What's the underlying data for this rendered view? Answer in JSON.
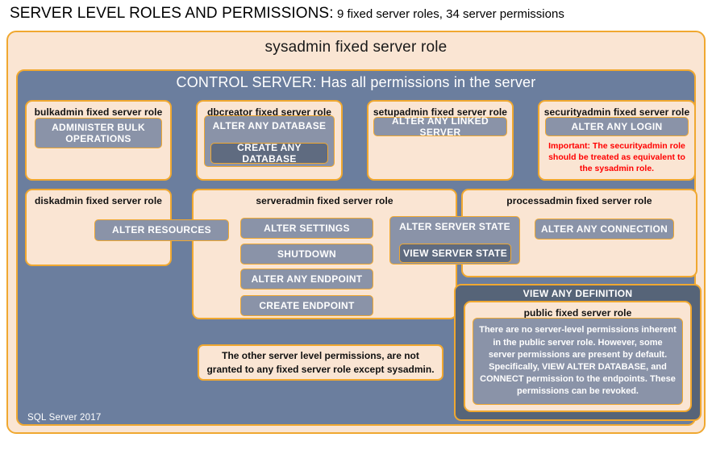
{
  "title": {
    "main": "SERVER LEVEL ROLES AND PERMISSIONS:",
    "subtitle": "9 fixed server roles, 34 server permissions"
  },
  "sysadmin": {
    "label": "sysadmin fixed server role"
  },
  "control_server": {
    "label": "CONTROL SERVER: Has all permissions in the server"
  },
  "roles": {
    "bulkadmin": {
      "title": "bulkadmin fixed server role",
      "permission": "ADMINISTER  BULK OPERATIONS"
    },
    "dbcreator": {
      "title": "dbcreator fixed server role",
      "permission_outer": "ALTER ANY DATABASE",
      "permission_inner": "CREATE  ANY DATABASE"
    },
    "setupadmin": {
      "title": "setupadmin fixed server role",
      "permission": "ALTER ANY LINKED SERVER"
    },
    "securityadmin": {
      "title": "securityadmin fixed server role",
      "permission": "ALTER ANY LOGIN",
      "note": "Important:  The securityadmin role should  be treated as equivalent to the  sysadmin role."
    },
    "diskadmin": {
      "title": "diskadmin fixed server role",
      "permission": "ALTER RESOURCES"
    },
    "serveradmin": {
      "title": "serveradmin fixed server role",
      "permissions": [
        "ALTER SETTINGS",
        "SHUTDOWN",
        "ALTER ANY ENDPOINT",
        "CREATE  ENDPOINT"
      ],
      "state_group_outer": "ALTER SERVER STATE",
      "state_group_inner": "VIEW SERVER STATE"
    },
    "processadmin": {
      "title": "processadmin fixed server role",
      "permission": "ALTER ANY CONNECTION"
    },
    "public": {
      "view_any_definition": "VIEW ANY DEFINITION",
      "title": "public  fixed server role",
      "note": "There are no server-level permissions inherent in the public server role. However, some server permissions are present by default. Specifically, VIEW ALTER DATABASE, and CONNECT permission to the endpoints. These permissions can be revoked."
    }
  },
  "notes": {
    "other_permissions": "The other server level permissions, are not granted to any fixed server role except sysadmin."
  },
  "footer": {
    "version": "SQL Server 2017"
  },
  "colors": {
    "peach_fill": "#FAE5D3",
    "amber_border": "#F0A830",
    "slate_region": "#6B7E9E",
    "chip_fill": "#8A93A8",
    "chip_dark_fill": "#5F6B80",
    "note_red": "#FF0000"
  }
}
